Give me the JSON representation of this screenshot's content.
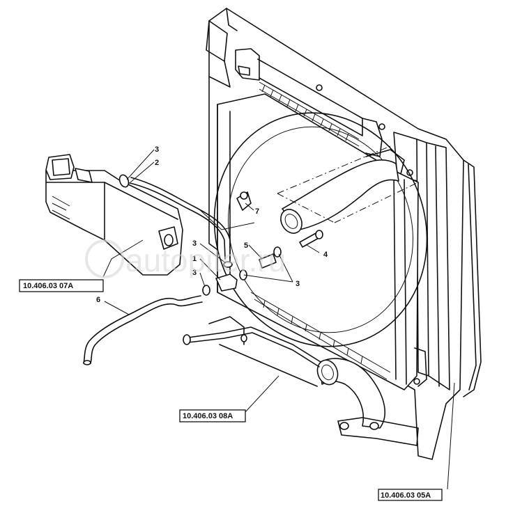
{
  "callouts": {
    "c3a": "3",
    "c2": "2",
    "c7": "7",
    "c3b": "3",
    "c5": "5",
    "c1": "1",
    "c4": "4",
    "c3c": "3",
    "c3d": "3",
    "c6": "6"
  },
  "references": {
    "ref_reservoir": "10.406.03 07A",
    "ref_lower_hose": "10.406.03 08A",
    "ref_radiator": "10.406.03 05A"
  },
  "watermark": {
    "text": "autopiter.ru"
  }
}
